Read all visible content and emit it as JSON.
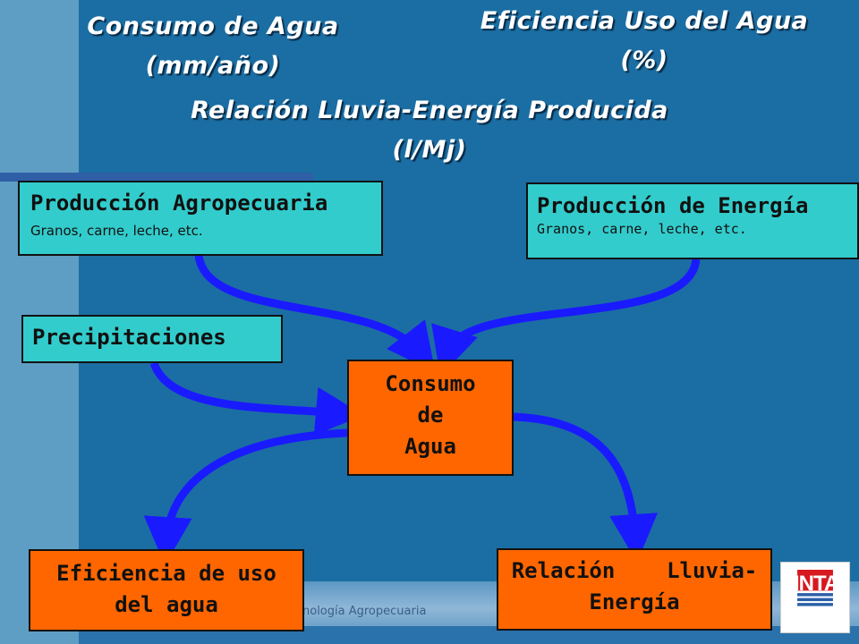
{
  "titles": {
    "consumo_line1": "Consumo de Agua",
    "consumo_line2": "(mm/año)",
    "eficiencia_line1": "Eficiencia Uso del Agua",
    "eficiencia_line2": "(%)",
    "relacion_line1": "Relación Lluvia-Energía Producida",
    "relacion_line2": "(l/Mj)"
  },
  "boxes": {
    "produccion_agro": {
      "title": "Producción Agropecuaria",
      "subtitle": "Granos, carne, leche, etc."
    },
    "produccion_energia": {
      "title": "Producción de Energía",
      "subtitle": "Granos, carne, leche, etc."
    },
    "precipitaciones": {
      "title": "Precipitaciones"
    },
    "consumo": {
      "line1": "Consumo",
      "line2": "de",
      "line3": "Agua"
    },
    "eficiencia": {
      "line1": "Eficiencia de uso",
      "line2": "del agua"
    },
    "relacion": {
      "line1": "Relación    Lluvia-",
      "line2": "Energía"
    }
  },
  "footer": {
    "text": "nología Agropecuaria"
  },
  "logo": {
    "text": "INTA"
  },
  "colors": {
    "background": "#1b6ea3",
    "cyan_box": "#33cccc",
    "orange_box": "#ff6600",
    "arrow": "#1a1aff"
  }
}
